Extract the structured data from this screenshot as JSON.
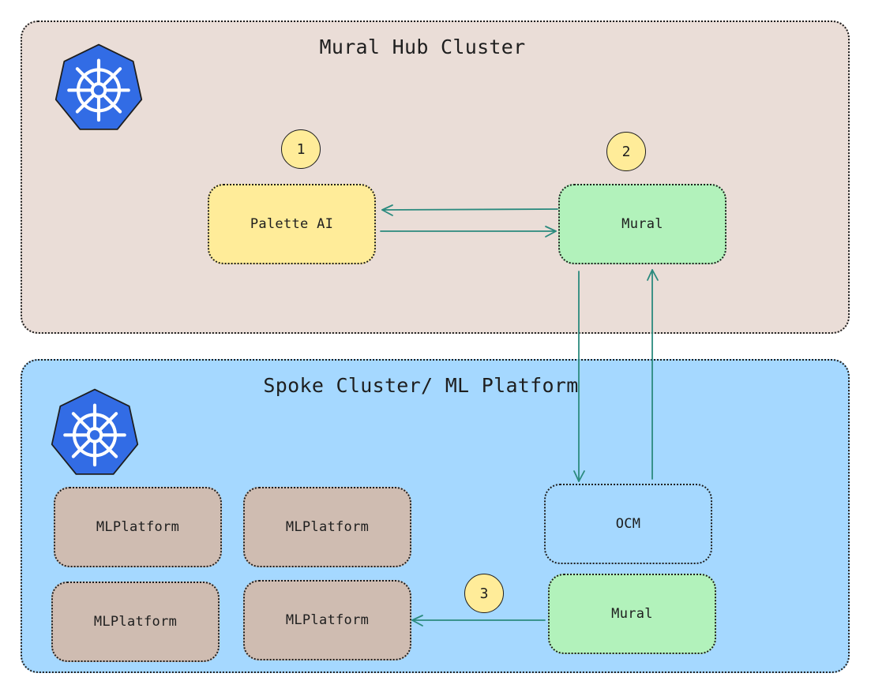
{
  "hub": {
    "title": "Mural Hub Cluster"
  },
  "spoke": {
    "title": "Spoke Cluster/ ML Platform"
  },
  "nodes": {
    "palette_ai": "Palette AI",
    "hub_mural": "Mural",
    "ocm": "OCM",
    "spoke_mural": "Mural",
    "ml_platforms": [
      "MLPlatform",
      "MLPlatform",
      "MLPlatform",
      "MLPlatform"
    ]
  },
  "badges": [
    "1",
    "2",
    "3"
  ],
  "icons": {
    "cluster": "kubernetes-helm-icon"
  },
  "colors": {
    "hub_background": "#eaddd7",
    "spoke_background": "#a5d8ff",
    "palette_fill": "#ffec99",
    "mural_fill": "#b2f2bb",
    "mlplatform_fill": "#cfbcb1",
    "ocm_fill": "#a5d8ff",
    "badge_fill": "#ffec99",
    "k8s_blue": "#326ce5",
    "arrow": "#2b8a7e"
  }
}
